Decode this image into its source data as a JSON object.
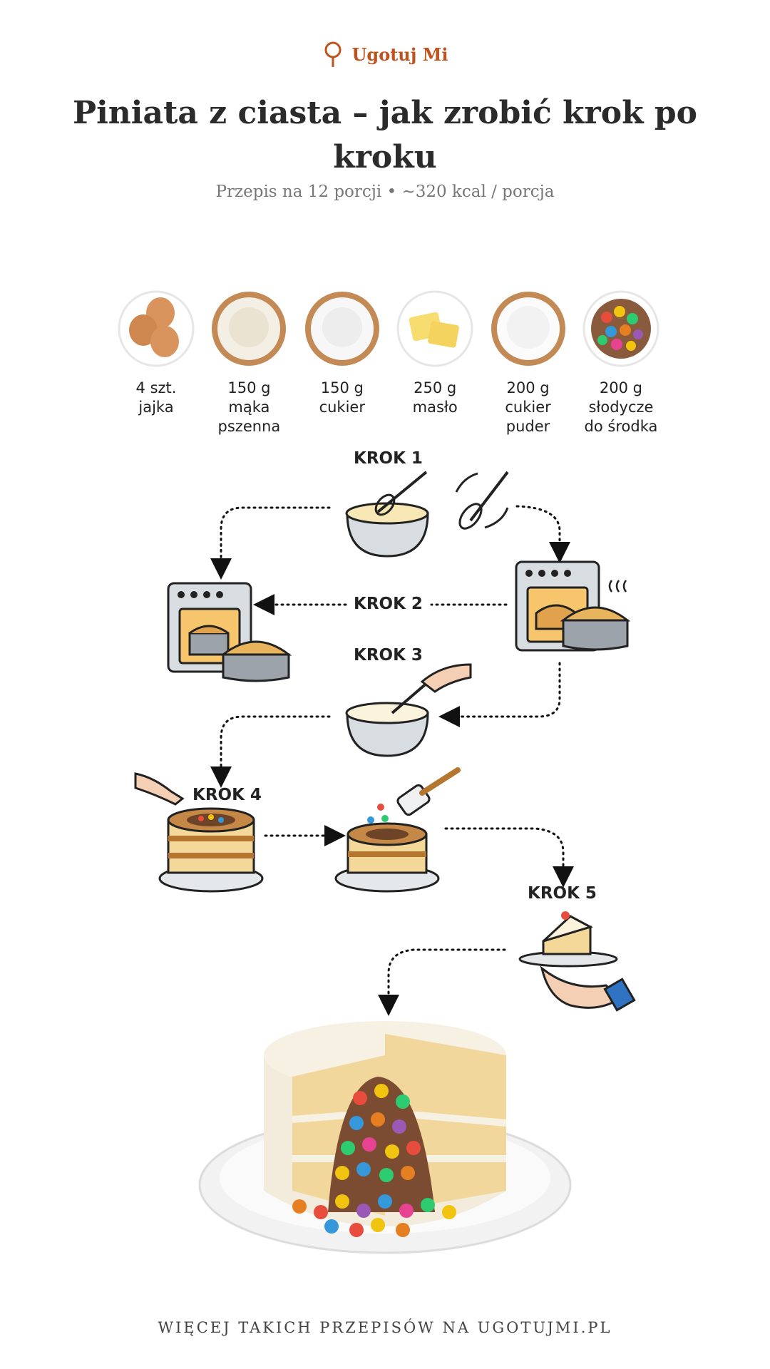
{
  "brand": {
    "name": "Ugotuj Mi",
    "color": "#c0521d",
    "icon": "spoon-icon"
  },
  "title": "Piniata z ciasta – jak zrobić krok po kroku",
  "subtitle": "Przepis na 12 porcji • ~320 kcal / porcja",
  "ingredients": [
    {
      "amount": "4 szt.",
      "name": "jajka",
      "icon": "eggs-icon"
    },
    {
      "amount": "150 g",
      "name": "mąka pszenna",
      "icon": "flour-icon"
    },
    {
      "amount": "150 g",
      "name": "cukier",
      "icon": "sugar-icon"
    },
    {
      "amount": "250 g",
      "name": "masło",
      "icon": "butter-icon"
    },
    {
      "amount": "200 g",
      "name": "cukier puder",
      "icon": "powdered-sugar-icon"
    },
    {
      "amount": "200 g",
      "name": "słodycze do środka",
      "icon": "candies-icon"
    }
  ],
  "steps": {
    "step1": "KROK 1",
    "step2": "KROK 2",
    "step3": "KROK 3",
    "step4": "KROK 4",
    "step5": "KROK 5"
  },
  "footer": "WIĘCEJ TAKICH PRZEPISÓW NA UGOTUJMI.PL"
}
